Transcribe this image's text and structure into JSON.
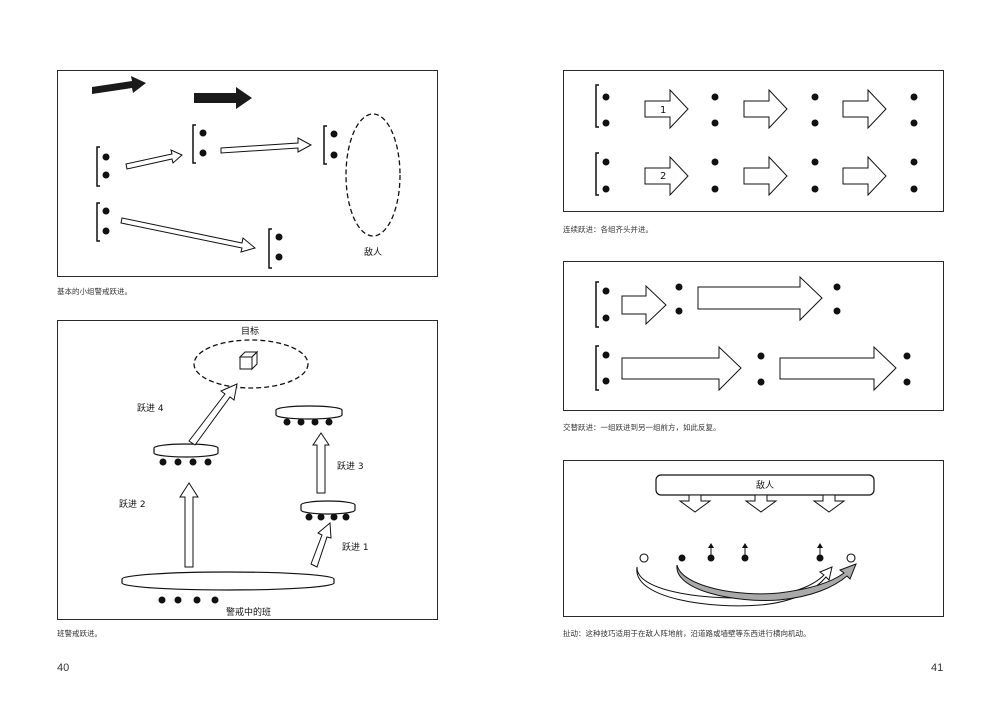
{
  "page": {
    "left_number": "40",
    "right_number": "41"
  },
  "fig_basic": {
    "caption": "基本的小组警戒跃进。",
    "enemy_label": "敌人"
  },
  "fig_squad": {
    "caption": "班警戒跃进。",
    "target_label": "目标",
    "squad_label": "警戒中的班",
    "step1": "跃进 1",
    "step2": "跃进 2",
    "step3": "跃进 3",
    "step4": "跃进 4"
  },
  "fig_continuous": {
    "caption": "连续跃进：各组齐头并进。",
    "group1": "1",
    "group2": "2"
  },
  "fig_alternate": {
    "caption": "交替跃进：一组跃进到另一组前方，如此反复。"
  },
  "fig_lateral": {
    "caption": "扯动：这种技巧适用于在敌人阵地前，沿道路或墙壁等东西进行横向机动。",
    "enemy_label": "敌人"
  }
}
